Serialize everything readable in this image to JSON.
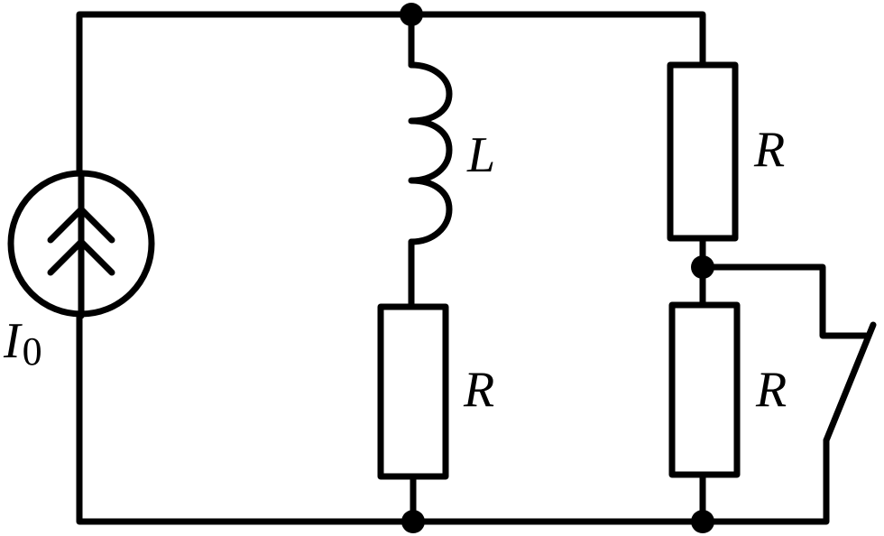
{
  "source": {
    "label": "I",
    "subscript": "0"
  },
  "inductor": {
    "label": "L"
  },
  "resistors": {
    "middle": "R",
    "right_top": "R",
    "right_bottom": "R"
  },
  "colors": {
    "stroke": "#000000",
    "background": "#ffffff"
  }
}
